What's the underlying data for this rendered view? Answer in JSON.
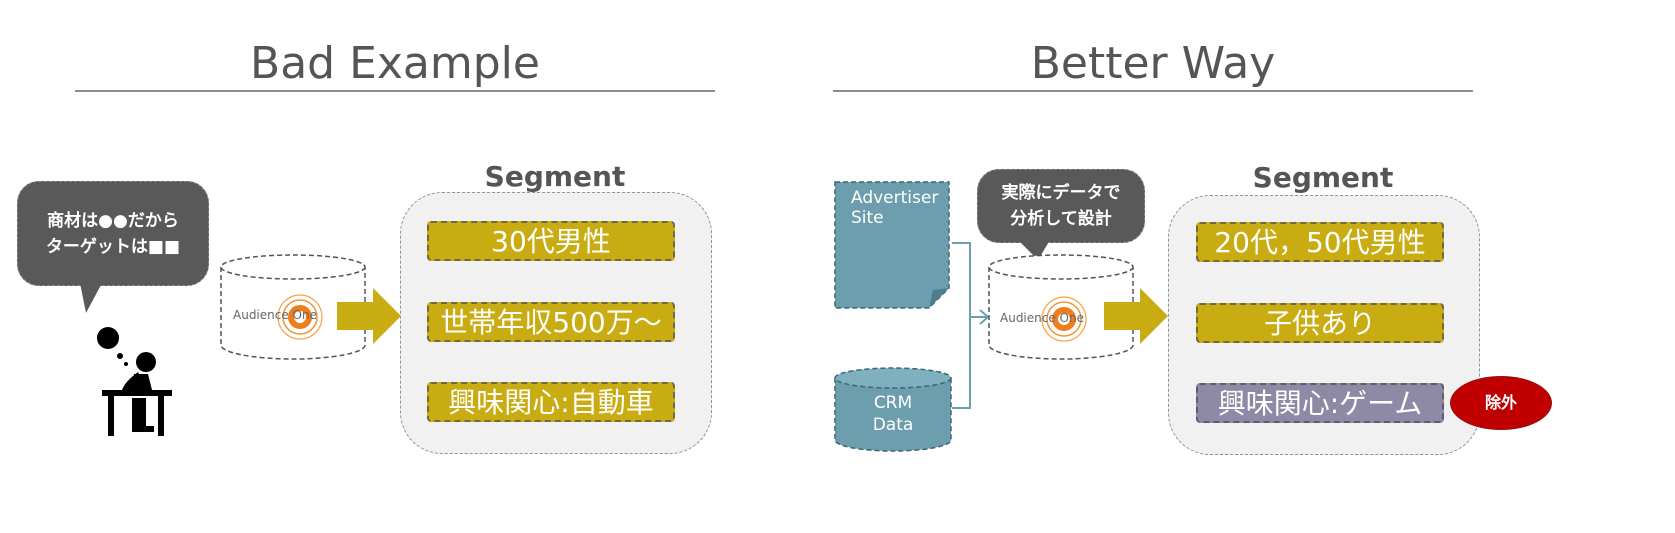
{
  "left": {
    "title": "Bad Example",
    "speech_line1": "商材は●●だから",
    "speech_line2": "ターゲットは■■",
    "db_logo": "Audience One",
    "segment_title": "Segment",
    "segments": [
      "30代男性",
      "世帯年収500万～",
      "興味関心:自動車"
    ]
  },
  "right": {
    "title": "Better Way",
    "advertiser_line1": "Advertiser",
    "advertiser_line2": "Site",
    "crm_line1": "CRM",
    "crm_line2": "Data",
    "speech_line1": "実際にデータで",
    "speech_line2": "分析して設計",
    "db_logo": "Audience One",
    "segment_title": "Segment",
    "segments": [
      "20代，50代男性",
      "子供あり",
      "興味関心:ゲーム"
    ],
    "exclude_label": "除外"
  },
  "colors": {
    "pill": "#c9ab12",
    "pill_excluded": "#8e8aa6",
    "arrow": "#c9ab12",
    "source_fill": "#6d9eae",
    "bubble": "#595959",
    "exclude": "#c00000"
  },
  "icons": [
    "thinking-person-icon",
    "audience-one-logo",
    "arrow-right-icon"
  ]
}
